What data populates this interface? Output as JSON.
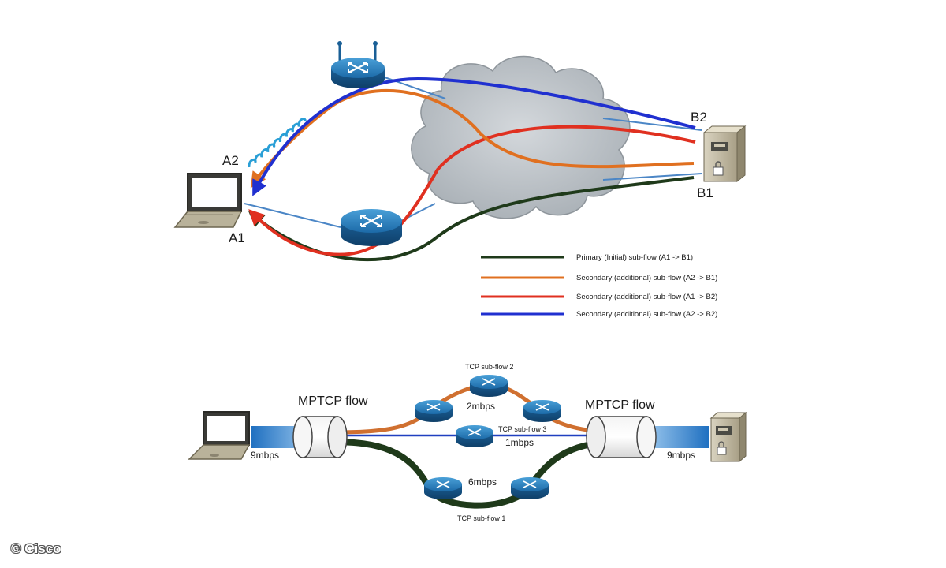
{
  "top_diagram": {
    "endpoints": {
      "a1": "A1",
      "a2": "A2",
      "b1": "B1",
      "b2": "B2"
    },
    "legend": [
      {
        "label": "Primary (Initial) sub-flow (A1 -> B1)",
        "color": "#1f3a1a"
      },
      {
        "label": "Secondary (additional) sub-flow (A2 -> B1)",
        "color": "#e07020"
      },
      {
        "label": "Secondary (additional) sub-flow (A1 -> B2)",
        "color": "#e03020"
      },
      {
        "label": "Secondary (additional) sub-flow (A2 -> B2)",
        "color": "#2030d0"
      }
    ]
  },
  "bottom_diagram": {
    "left_flow_label": "MPTCP flow",
    "right_flow_label": "MPTCP flow",
    "left_rate": "9mbps",
    "right_rate": "9mbps",
    "subflows": [
      {
        "name": "TCP sub-flow 1",
        "rate": "6mbps",
        "color": "#1f3a1a"
      },
      {
        "name": "TCP sub-flow 2",
        "rate": "2mbps",
        "color": "#d07030"
      },
      {
        "name": "TCP sub-flow 3",
        "rate": "1mbps",
        "color": "#2040c0"
      }
    ]
  },
  "watermark": "© Cisco",
  "icons": [
    "laptop-icon",
    "server-icon",
    "router-icon",
    "wireless-router-icon",
    "cloud-icon",
    "tube-icon"
  ]
}
